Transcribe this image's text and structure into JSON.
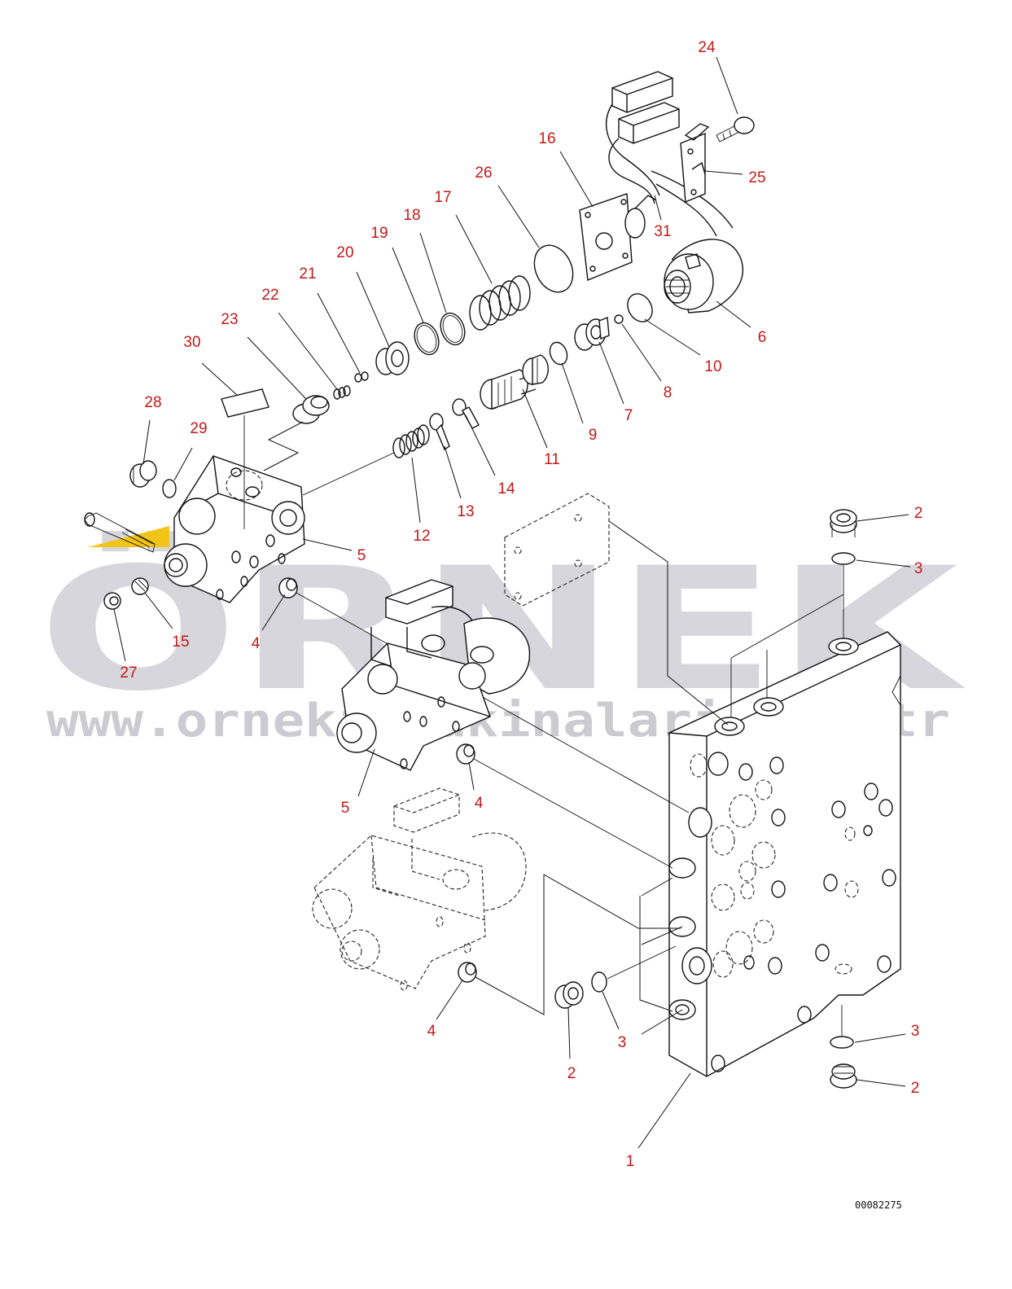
{
  "watermark": {
    "brand": "ÖRNEK",
    "url": "www.ornekismakinalari.com.tr"
  },
  "drawing_code": "00082275",
  "colors": {
    "callout": "#c41818",
    "watermark": "#d6d6dc",
    "watermark_accent": "#f2c418",
    "line": "#111111"
  },
  "callouts": [
    {
      "key": "c24",
      "text": "24"
    },
    {
      "key": "c25",
      "text": "25"
    },
    {
      "key": "c16",
      "text": "16"
    },
    {
      "key": "c26",
      "text": "26"
    },
    {
      "key": "c17",
      "text": "17"
    },
    {
      "key": "c31",
      "text": "31"
    },
    {
      "key": "c18",
      "text": "18"
    },
    {
      "key": "c19",
      "text": "19"
    },
    {
      "key": "c20",
      "text": "20"
    },
    {
      "key": "c21",
      "text": "21"
    },
    {
      "key": "c22",
      "text": "22"
    },
    {
      "key": "c23",
      "text": "23"
    },
    {
      "key": "c30",
      "text": "30"
    },
    {
      "key": "c6",
      "text": "6"
    },
    {
      "key": "c10",
      "text": "10"
    },
    {
      "key": "c8",
      "text": "8"
    },
    {
      "key": "c7",
      "text": "7"
    },
    {
      "key": "c9",
      "text": "9"
    },
    {
      "key": "c11",
      "text": "11"
    },
    {
      "key": "c14",
      "text": "14"
    },
    {
      "key": "c13",
      "text": "13"
    },
    {
      "key": "c12",
      "text": "12"
    },
    {
      "key": "c28",
      "text": "28"
    },
    {
      "key": "c29",
      "text": "29"
    },
    {
      "key": "c5a",
      "text": "5"
    },
    {
      "key": "c4a",
      "text": "4"
    },
    {
      "key": "c15",
      "text": "15"
    },
    {
      "key": "c27",
      "text": "27"
    },
    {
      "key": "c2a",
      "text": "2"
    },
    {
      "key": "c3a",
      "text": "3"
    },
    {
      "key": "c5b",
      "text": "5"
    },
    {
      "key": "c4b",
      "text": "4"
    },
    {
      "key": "c4c",
      "text": "4"
    },
    {
      "key": "c2b",
      "text": "2"
    },
    {
      "key": "c3b",
      "text": "3"
    },
    {
      "key": "c3c",
      "text": "3"
    },
    {
      "key": "c2c",
      "text": "2"
    },
    {
      "key": "c1",
      "text": "1"
    }
  ]
}
